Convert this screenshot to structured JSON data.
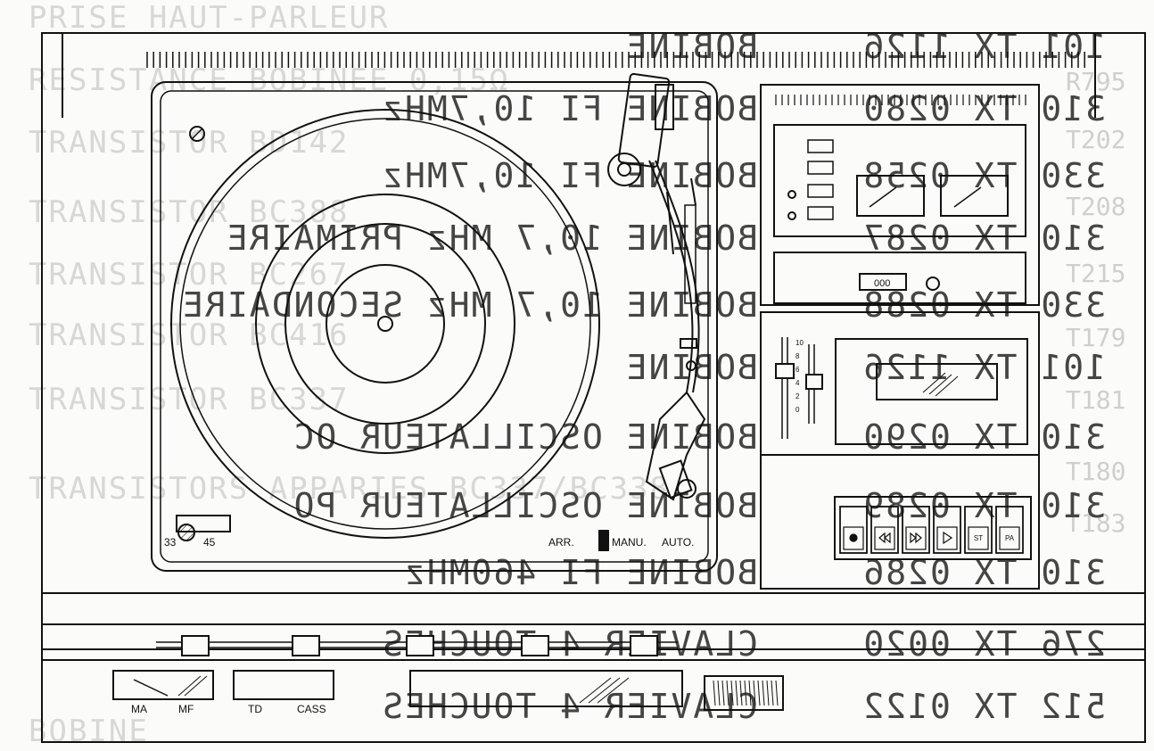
{
  "background_text": {
    "left_column": [
      "PRISE HAUT-PARLEUR",
      "RESISTANCE BOBINEE 0,15Ω",
      "TRANSISTOR BD142",
      "TRANSISTOR BC388",
      "TRANSISTOR BC267",
      "TRANSISTOR BC416",
      "TRANSISTOR BC337",
      "TRANSISTORS APPARIES BC337/BC338",
      "BOBINE"
    ],
    "right_codes": [
      "R795",
      "T202",
      "T208",
      "T215",
      "T179",
      "T181",
      "T180",
      "T183"
    ],
    "mirrored_descriptions": [
      "BOBINE",
      "BOBINE FI 10,7MHz",
      "BOBINE FI 10,7MHz",
      "BOBINE 10,7 MHz PRIMAIRE",
      "BOBINE 10,7 MHz SECONDAIRE",
      "BOBINE",
      "BOBINE OSCILLATEUR OC",
      "BOBINE OSCILLATEUR PO",
      "BOBINE FI 460MHz",
      "CLAVIER 4 TOUCHES",
      "CLAVIER 4 TOUCHES"
    ],
    "mirrored_refs": [
      "101 TX 1126",
      "310 TX 0280",
      "330 TX 0258",
      "310 TX 0287",
      "330 TX 0288",
      "101 TX 1126",
      "310 TX 0290",
      "310 TX 0289",
      "310 TX 0286",
      "276 TX 0020",
      "512 TX 0122"
    ]
  },
  "turntable": {
    "speed_33": "33",
    "speed_45": "45",
    "arr": "ARR.",
    "manu": "MANU.",
    "auto": "AUTO."
  },
  "cassette": {
    "counter": "000",
    "level_scale": [
      "10",
      "8",
      "6",
      "4",
      "2",
      "0"
    ],
    "transport_buttons": [
      {
        "name": "record",
        "icon": "record-icon",
        "label": ""
      },
      {
        "name": "rewind",
        "icon": "rewind-icon",
        "label": ""
      },
      {
        "name": "fast-forward",
        "icon": "fast-forward-icon",
        "label": ""
      },
      {
        "name": "play",
        "icon": "play-icon",
        "label": ""
      },
      {
        "name": "stop",
        "icon": "",
        "label": "ST"
      },
      {
        "name": "pause",
        "icon": "",
        "label": "PA"
      }
    ]
  },
  "front_panel": {
    "meter_left": "MA",
    "meter_right": "MF",
    "source_td": "TD",
    "source_cass": "CASS"
  }
}
